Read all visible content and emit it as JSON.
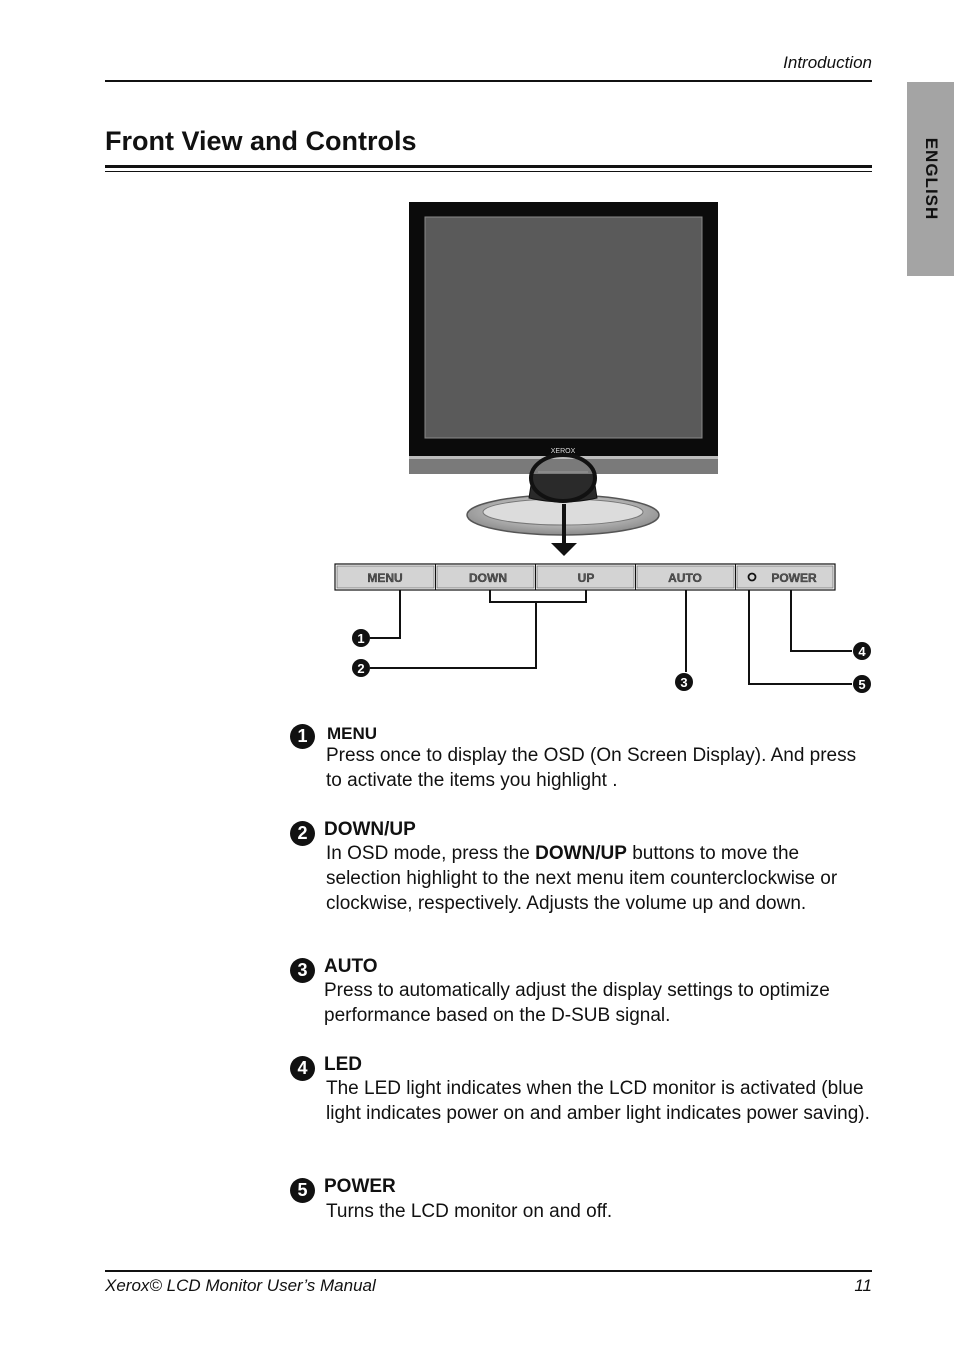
{
  "header": {
    "section": "Introduction"
  },
  "sidebar_tab": {
    "label": "ENGLISH"
  },
  "page_title": "Front View and Controls",
  "figure": {
    "brand_label": "XEROX",
    "buttons": [
      "MENU",
      "DOWN",
      "UP",
      "AUTO",
      "POWER"
    ],
    "callouts": [
      "1",
      "2",
      "3",
      "4",
      "5"
    ]
  },
  "items": [
    {
      "num": "1",
      "title": "MENU",
      "body": "Press once to display the OSD (On Screen Display). And press to activate the items you highlight ."
    },
    {
      "num": "2",
      "title": "DOWN/UP",
      "body_prefix": "In OSD mode, press the ",
      "body_bold": "DOWN/UP",
      "body_suffix": " buttons to move the selection highlight to the next menu item counterclockwise or clockwise, respectively. Adjusts the volume up and down."
    },
    {
      "num": "3",
      "title": "AUTO",
      "body": "Press to automatically adjust the display settings to optimize performance based on the D-SUB signal."
    },
    {
      "num": "4",
      "title": "LED",
      "body": "The LED light indicates when the LCD monitor is activated (blue light indicates power on and amber light indicates power saving)."
    },
    {
      "num": "5",
      "title": "POWER",
      "body": "Turns the LCD monitor on and off."
    }
  ],
  "footer": {
    "title": "Xerox© LCD Monitor User’s Manual",
    "page": "11"
  }
}
